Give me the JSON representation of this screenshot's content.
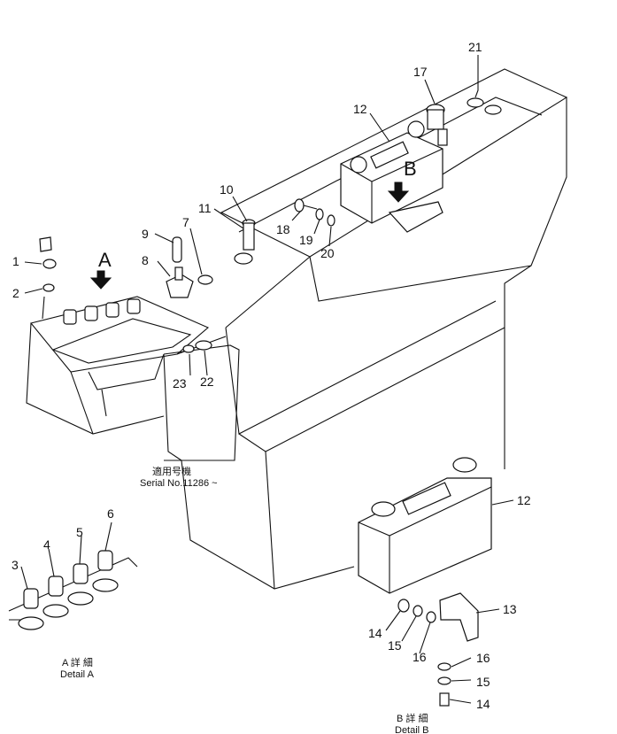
{
  "callouts": {
    "c1": "1",
    "c2": "2",
    "c3": "3",
    "c4": "4",
    "c5": "5",
    "c6": "6",
    "c7": "7",
    "c8": "8",
    "c9": "9",
    "c10": "10",
    "c11": "11",
    "c12a": "12",
    "c12b": "12",
    "c13": "13",
    "c14a": "14",
    "c14b": "14",
    "c15a": "15",
    "c15b": "15",
    "c16a": "16",
    "c16b": "16",
    "c17": "17",
    "c18": "18",
    "c19": "19",
    "c20": "20",
    "c21": "21",
    "c22": "22",
    "c23": "23"
  },
  "view_letters": {
    "a": "A",
    "b": "B"
  },
  "serial_note": {
    "jp": "適用号機",
    "en": "Serial No.11286 ~"
  },
  "detail_a": {
    "jp": "A 詳 細",
    "en": "Detail A"
  },
  "detail_b": {
    "jp": "B 詳 細",
    "en": "Detail B"
  }
}
